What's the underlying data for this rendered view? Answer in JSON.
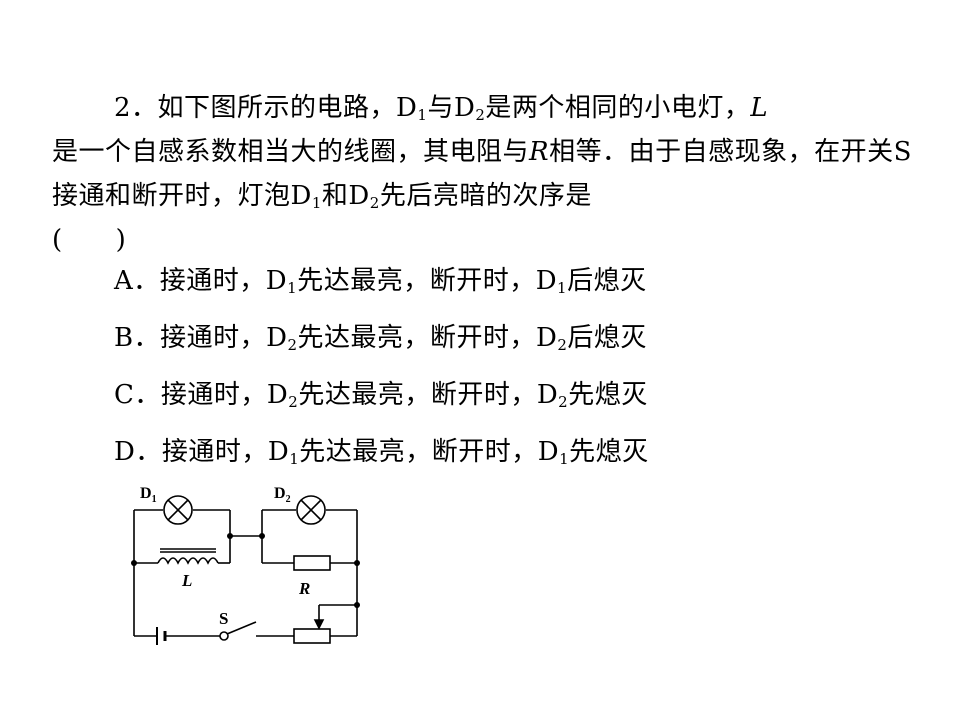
{
  "question": {
    "number": "2．",
    "t1": "如下图所示的电路，D",
    "s1": "1",
    "t2": "与D",
    "s2": "2",
    "t3": "是两个相同的小电灯，",
    "L": "L",
    "t4": "是一个自感系数相当大的线圈，其电阻与",
    "R": "R",
    "t5": "相等．由于自感现象，在开关S接通和断开时，灯泡D",
    "s3": "1",
    "t6": "和D",
    "s4": "2",
    "t7": "先后亮暗的次序是",
    "paren": "(　　)"
  },
  "options": [
    {
      "label": "A．",
      "a": "接通时，D",
      "as": "1",
      "b": "先达最亮，断开时，D",
      "bs": "1",
      "c": "后熄灭"
    },
    {
      "label": "B．",
      "a": "接通时，D",
      "as": "2",
      "b": "先达最亮，断开时，D",
      "bs": "2",
      "c": "后熄灭"
    },
    {
      "label": "C．",
      "a": "接通时，D",
      "as": "2",
      "b": "先达最亮，断开时，D",
      "bs": "2",
      "c": "先熄灭"
    },
    {
      "label": "D．",
      "a": "接通时，D",
      "as": "1",
      "b": "先达最亮，断开时，D",
      "bs": "1",
      "c": "先熄灭"
    }
  ],
  "circuit": {
    "d1": "D",
    "d1_sub": "1",
    "d2": "D",
    "d2_sub": "2",
    "l_label": "L",
    "r_label": "R",
    "s_label": "S"
  }
}
